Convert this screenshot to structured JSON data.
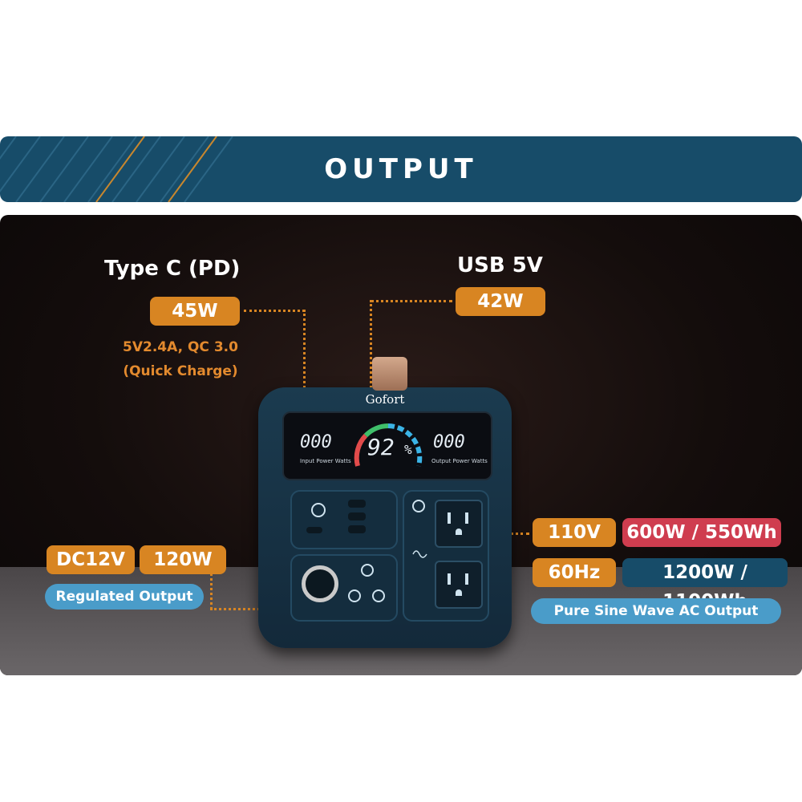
{
  "banner": {
    "title": "OUTPUT"
  },
  "typec": {
    "heading": "Type C (PD)",
    "watt": "45W",
    "spec1": "5V2.4A,  QC 3.0",
    "spec2": "(Quick Charge)"
  },
  "usb": {
    "heading": "USB 5V",
    "watt": "42W"
  },
  "dc": {
    "voltage": "DC12V",
    "watt": "120W",
    "label": "Regulated Output"
  },
  "ac": {
    "voltage": "110V",
    "freq": "60Hz",
    "rating1": "600W / 550Wh",
    "rating2": "1200W / 1100Wh",
    "label": "Pure Sine Wave AC Output"
  },
  "device": {
    "brand": "Gofort",
    "input_value": "000",
    "input_label": "Input Power  Watts",
    "battery_value": "92",
    "battery_unit": "%",
    "output_value": "000",
    "output_label": "Output Power  Watts"
  },
  "colors": {
    "banner": "#174c69",
    "orange": "#d88522",
    "red": "#cf3d4f",
    "sky": "#4a9cc9"
  }
}
